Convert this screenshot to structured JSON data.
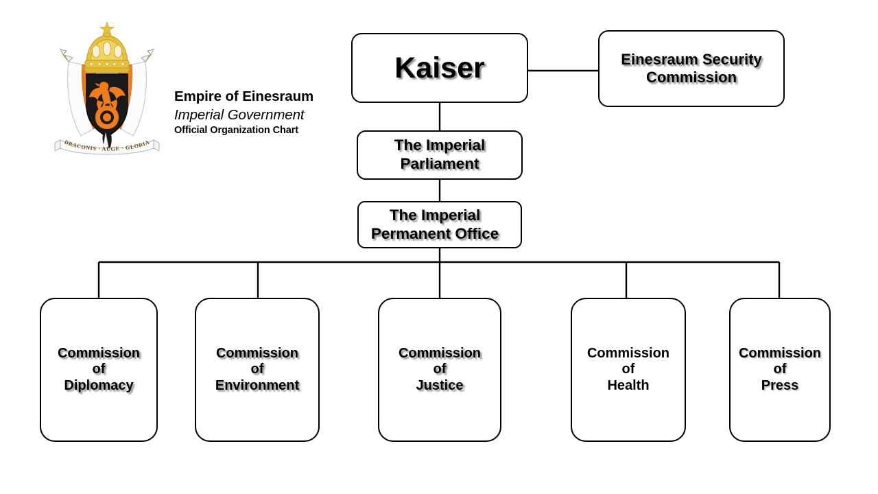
{
  "branding": {
    "emblem_name": "imperial-coat-of-arms",
    "motto": "DRACONIS · AUGE · GLORIA",
    "line1": "Empire of Einesraum",
    "line2": "Imperial Government",
    "line3": "Official Organization Chart"
  },
  "colors": {
    "orange": "#F07D1A",
    "orange_dark": "#D9691A",
    "gold": "#E8C33A",
    "gold_dark": "#C9A227",
    "shield_black": "#1A1A1A",
    "outline": "#000000",
    "background": "#FFFFFF",
    "shadow": "#787878"
  },
  "chart_data": {
    "type": "diagram",
    "title": "Official Organization Chart",
    "nodes": [
      {
        "id": "kaiser",
        "label": "Kaiser",
        "level": 0
      },
      {
        "id": "security",
        "label": "Einesraum Security Commission",
        "level": 0
      },
      {
        "id": "parliament",
        "label": "The Imperial Parliament",
        "level": 1
      },
      {
        "id": "office",
        "label": "The Imperial Permanent Office",
        "level": 2
      },
      {
        "id": "diplomacy",
        "label": "Commission of Diplomacy",
        "level": 3
      },
      {
        "id": "environment",
        "label": "Commission of Environment",
        "level": 3
      },
      {
        "id": "justice",
        "label": "Commission of Justice",
        "level": 3
      },
      {
        "id": "health",
        "label": "Commission of Health",
        "level": 3
      },
      {
        "id": "press",
        "label": "Commission of Press",
        "level": 3
      }
    ],
    "edges": [
      {
        "from": "kaiser",
        "to": "security",
        "style": "horizontal"
      },
      {
        "from": "kaiser",
        "to": "parliament",
        "style": "vertical"
      },
      {
        "from": "parliament",
        "to": "office",
        "style": "vertical"
      },
      {
        "from": "office",
        "to": "diplomacy",
        "style": "bus"
      },
      {
        "from": "office",
        "to": "environment",
        "style": "bus"
      },
      {
        "from": "office",
        "to": "justice",
        "style": "bus"
      },
      {
        "from": "office",
        "to": "health",
        "style": "bus"
      },
      {
        "from": "office",
        "to": "press",
        "style": "bus"
      }
    ]
  },
  "boxes": {
    "kaiser": {
      "label": "Kaiser"
    },
    "security": {
      "line1": "Einesraum Security",
      "line2": "Commission"
    },
    "parliament": {
      "line1": "The Imperial",
      "line2": "Parliament"
    },
    "office": {
      "line1": "The Imperial",
      "line2": "Permanent Office"
    },
    "diplomacy": {
      "line1": "Commission",
      "line2": "of",
      "line3": "Diplomacy"
    },
    "environment": {
      "line1": "Commission",
      "line2": "of",
      "line3": "Environment"
    },
    "justice": {
      "line1": "Commission",
      "line2": "of",
      "line3": "Justice"
    },
    "health": {
      "line1": "Commission",
      "line2": "of",
      "line3": "Health"
    },
    "press": {
      "line1": "Commission",
      "line2": "of",
      "line3": "Press"
    }
  }
}
